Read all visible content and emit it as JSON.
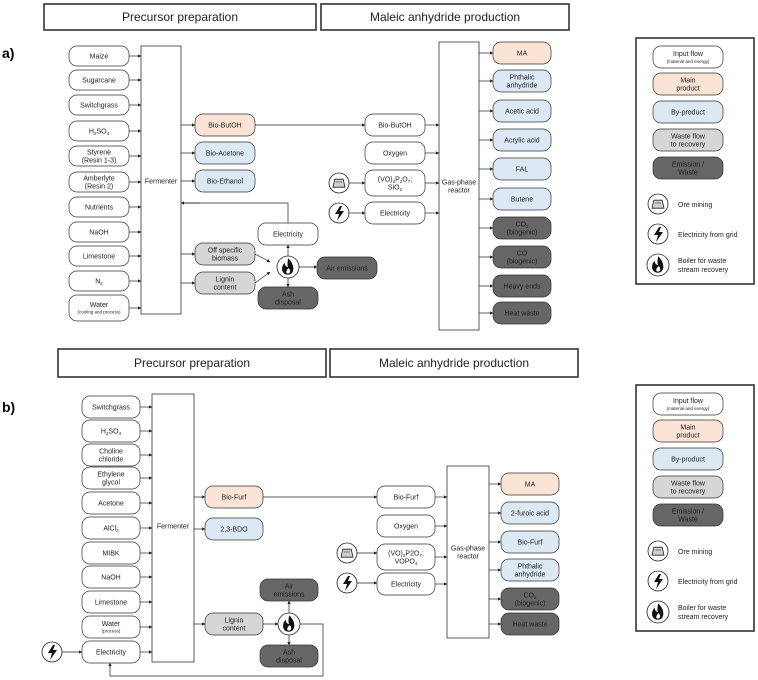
{
  "colors": {
    "input": "#ffffff",
    "main": "#fbe4d6",
    "byproduct": "#dce9f5",
    "waste": "#d6d6d6",
    "emission": "#666666",
    "border": "#333333"
  },
  "panel_a": {
    "label": "a)",
    "header_left": "Precursor preparation",
    "header_right": "Maleic anhydride production",
    "inputs": [
      {
        "lines": [
          "Maize"
        ]
      },
      {
        "lines": [
          "Sugarcane"
        ]
      },
      {
        "lines": [
          "Switchgrass"
        ]
      },
      {
        "lines": [
          "H",
          "SO"
        ],
        "formula": "h2so4"
      },
      {
        "lines": [
          "Styrene",
          "(Resin 1-3)"
        ]
      },
      {
        "lines": [
          "Amberlyte",
          "(Resin 2)"
        ]
      },
      {
        "lines": [
          "Nutrients"
        ]
      },
      {
        "lines": [
          "NaOH"
        ]
      },
      {
        "lines": [
          "Limestone"
        ]
      },
      {
        "lines": [
          "N"
        ],
        "formula": "n2"
      },
      {
        "lines": [
          "Water"
        ],
        "sub": "(cooling and process)"
      }
    ],
    "fermenter": "Fermenter",
    "mid_products": [
      "Bio-ButOH",
      "Bio-Acetone",
      "Bio-Ethanol"
    ],
    "electricity": "Electricity",
    "off_spec": [
      "Off specific",
      "biomass"
    ],
    "lignin": [
      "Lignin",
      "content"
    ],
    "air_emissions": "Air emissions",
    "ash": [
      "Ash",
      "disposal"
    ],
    "reactor_inputs": [
      {
        "lines": [
          "Bio-ButOH"
        ]
      },
      {
        "lines": [
          "Oxygen"
        ]
      },
      {
        "lines": [
          "(VO)",
          "P",
          "O",
          "SiO"
        ],
        "formula": "vopo_a"
      },
      {
        "lines": [
          "Electricity"
        ]
      }
    ],
    "reactor": [
      "Gas-phase",
      "reactor"
    ],
    "outputs": [
      {
        "lines": [
          "MA"
        ],
        "kind": "main"
      },
      {
        "lines": [
          "Phthalic",
          "anhydride"
        ],
        "kind": "byproduct"
      },
      {
        "lines": [
          "Acetic acid"
        ],
        "kind": "byproduct"
      },
      {
        "lines": [
          "Acrylic acid"
        ],
        "kind": "byproduct"
      },
      {
        "lines": [
          "FAL"
        ],
        "kind": "byproduct"
      },
      {
        "lines": [
          "Butene"
        ],
        "kind": "byproduct"
      },
      {
        "lines": [
          "CO",
          "(biogenic)"
        ],
        "kind": "emission",
        "formula": "co2"
      },
      {
        "lines": [
          "CO",
          "(biogenic)"
        ],
        "kind": "emission"
      },
      {
        "lines": [
          "Heavy ends"
        ],
        "kind": "emission"
      },
      {
        "lines": [
          "Heat waste"
        ],
        "kind": "emission"
      }
    ]
  },
  "panel_b": {
    "label": "b)",
    "header_left": "Precursor preparation",
    "header_right": "Maleic anhydride production",
    "inputs": [
      {
        "lines": [
          "Switchgrass"
        ]
      },
      {
        "lines": [
          "H",
          "SO"
        ],
        "formula": "h2so4"
      },
      {
        "lines": [
          "Choline",
          "chloride"
        ]
      },
      {
        "lines": [
          "Ethylene",
          "glycol"
        ]
      },
      {
        "lines": [
          "Acetone"
        ]
      },
      {
        "lines": [
          "AlCl"
        ],
        "formula": "alcl3"
      },
      {
        "lines": [
          "MIBK"
        ]
      },
      {
        "lines": [
          "NaOH"
        ]
      },
      {
        "lines": [
          "Limestone"
        ]
      },
      {
        "lines": [
          "Water"
        ],
        "sub": "(process)"
      },
      {
        "lines": [
          "Electricity"
        ]
      }
    ],
    "fermenter": "Fermenter",
    "mid_products": [
      "Bio-Furf",
      "2,3-BDO"
    ],
    "lignin": [
      "Lignin",
      "content"
    ],
    "air_emissions": [
      "Air",
      "emissions"
    ],
    "ash": [
      "Ash",
      "disposal"
    ],
    "reactor_inputs": [
      {
        "lines": [
          "Bio-Furf"
        ]
      },
      {
        "lines": [
          "Oxygen"
        ]
      },
      {
        "lines": [
          "(VO)",
          "P2O",
          "VOPO"
        ],
        "formula": "vopo_b"
      },
      {
        "lines": [
          "Electricity"
        ]
      }
    ],
    "reactor": [
      "Gas-phase",
      "reactor"
    ],
    "outputs": [
      {
        "lines": [
          "MA"
        ],
        "kind": "main"
      },
      {
        "lines": [
          "2-furoic acid"
        ],
        "kind": "byproduct"
      },
      {
        "lines": [
          "Bio-Furf"
        ],
        "kind": "byproduct"
      },
      {
        "lines": [
          "Phthalic",
          "anhydride"
        ],
        "kind": "byproduct"
      },
      {
        "lines": [
          "CO",
          "(biogenic)"
        ],
        "kind": "emission",
        "formula": "co2"
      },
      {
        "lines": [
          "Heat waste"
        ],
        "kind": "emission"
      }
    ]
  },
  "legend": {
    "input_flow": "Input flow",
    "input_flow_sub": "(material and energy)",
    "main_product": [
      "Main",
      "product"
    ],
    "byproduct": "By-product",
    "waste_flow": [
      "Waste flow",
      "to recovery"
    ],
    "emission": [
      "Emission /",
      "Waste"
    ],
    "ore_mining": "Ore mining",
    "electricity": "Electricity from grid",
    "boiler": [
      "Boiler for waste",
      "stream recovery"
    ]
  },
  "icons": [
    "ore-mining-icon",
    "lightning-icon",
    "fire-icon"
  ]
}
